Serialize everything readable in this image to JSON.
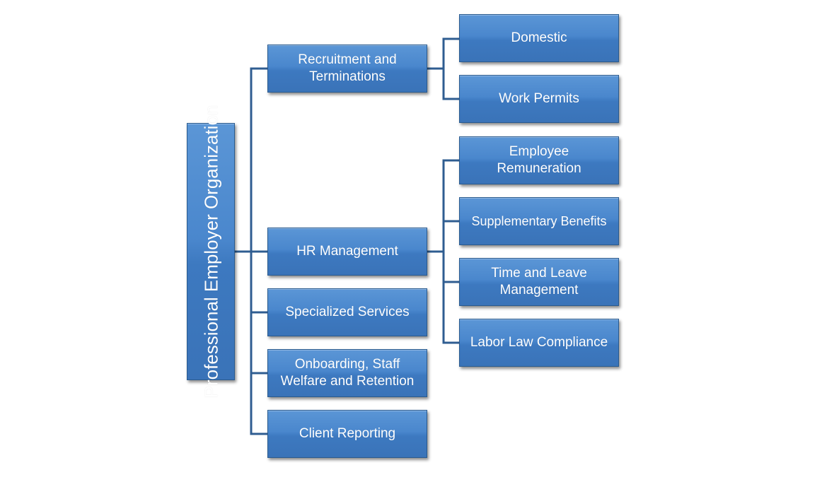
{
  "diagram": {
    "root": {
      "label": "Professional Employer Organization"
    },
    "branches": [
      {
        "label": "Recruitment and Terminations",
        "children": [
          {
            "label": "Domestic"
          },
          {
            "label": "Work Permits"
          }
        ]
      },
      {
        "label": "HR Management",
        "children": [
          {
            "label": "Employee Remuneration"
          },
          {
            "label": "Supplementary Benefits"
          },
          {
            "label": "Time and Leave Management"
          },
          {
            "label": "Labor Law Compliance"
          }
        ]
      },
      {
        "label": "Specialized Services"
      },
      {
        "label": "Onboarding, Staff Welfare and Retention"
      },
      {
        "label": "Client Reporting"
      }
    ],
    "colors": {
      "node_fill": "#4a87cd",
      "node_border": "#2a5b8f",
      "connector": "#2f5d91",
      "text": "#ffffff"
    }
  }
}
